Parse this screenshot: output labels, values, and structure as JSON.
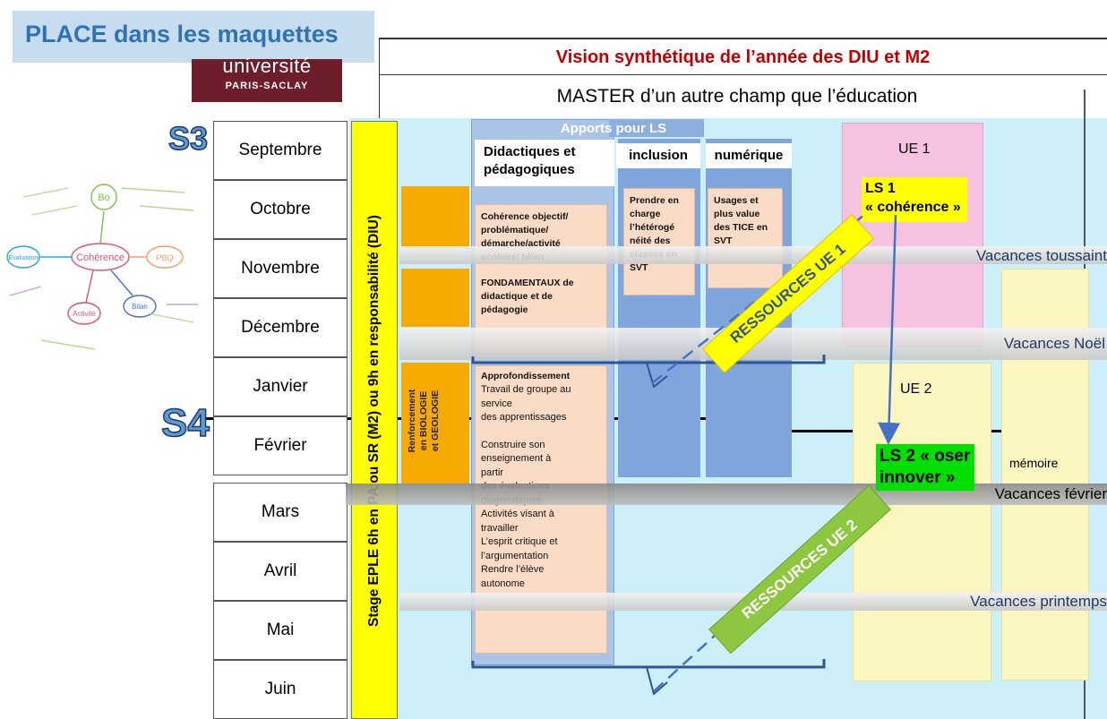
{
  "title_banner": "PLACE dans les maquettes",
  "logo": {
    "line1": "université",
    "line2": "PARIS-SACLAY"
  },
  "header": {
    "title": "Vision synthétique de l’année des DIU et M2",
    "subtitle": "MASTER d’un autre champ que l’éducation"
  },
  "semesters": {
    "s3": "S3",
    "s4": "S4"
  },
  "months": [
    "Septembre",
    "Octobre",
    "Novembre",
    "Décembre",
    "Janvier",
    "Février",
    "Mars",
    "Avril",
    "Mai",
    "Juin"
  ],
  "stage_text": "Stage EPLE 6h en PA ou SR (M2) ou 9h en responsabilité (DIU)",
  "renforcement": {
    "line1": "Renforcement",
    "line2": "en BIOLOGIE",
    "line3": "et GEOLOGIE"
  },
  "vacances": {
    "toussaint": "Vacances toussaint",
    "noel": "Vacances Noël",
    "fevrier": "Vacances février",
    "printemps": "Vacances printemps"
  },
  "apports": {
    "title": "Apports pour LS",
    "heads": {
      "didactiques": "Didactiques et pédagogiques",
      "inclusion": "inclusion",
      "numerique": "numérique"
    },
    "box1": {
      "p1": "Cohérence objectif/ problématique/ démarche/activité scolaire/ bilan",
      "p2": "FONDAMENTAUX de didactique et de pédagogie"
    },
    "box_inclusion": "Prendre en charge l’hétérogé néité des classes en SVT",
    "box_numerique": "Usages et plus value des TICE en SVT",
    "box2": {
      "head": "Approfondissement",
      "lines": [
        "Travail de groupe au",
        "service",
        "des apprentissages",
        "",
        "Construire son",
        "enseignement à",
        "partir",
        "des évaluations",
        "diagnostiques",
        "Activités visant à",
        "travailler",
        "L’esprit critique et",
        "l’argumentation",
        "Rendre l’élève",
        "autonome"
      ]
    }
  },
  "ue": {
    "ue1": "UE 1",
    "ue2": "UE 2",
    "memoire": "mémoire"
  },
  "ls1": {
    "line1": "LS 1",
    "line2": "« cohérence »"
  },
  "ls2": {
    "line1": "LS 2 « oser",
    "line2": "innover »"
  },
  "ressources": {
    "ue1": "RESSOURCES UE 1",
    "ue2": "RESSOURCES UE 2"
  },
  "sketch": {
    "center": "Cohérence",
    "bo": "Bo",
    "pbq": "PBQ",
    "evaluation": "Évaluation",
    "activite": "Activité",
    "bilan": "Bilan"
  },
  "colors": {
    "banner_bg": "#c7dcef",
    "banner_text": "#2e74b5",
    "logo_bg": "#6e1d2b",
    "header_title": "#c00000",
    "grid_bg": "#cceffa",
    "stage_yellow": "#ffff00",
    "orange": "#f6a900",
    "apports_blue": "#a9c4e6",
    "peach": "#fadcc6",
    "ue1_pink": "#f7c1e0",
    "ue2_yellow": "#fbf5c0",
    "ls1_yellow": "#ffff00",
    "ls2_green": "#00e000",
    "ressources_ue2_green": "#8dc63f",
    "arrow_blue": "#4472c4"
  }
}
